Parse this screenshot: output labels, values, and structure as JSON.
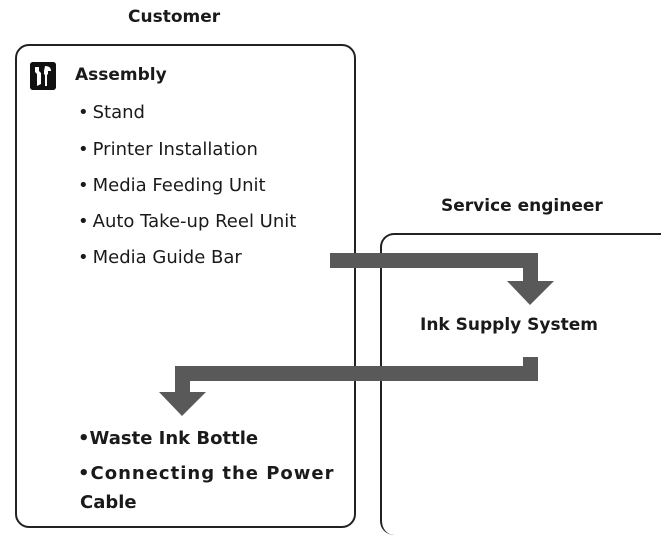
{
  "columns": {
    "customer": "Customer",
    "service_engineer": "Service engineer"
  },
  "customer_panel": {
    "icon": "wrench-screwdriver-icon",
    "heading": "Assembly",
    "items": [
      "Stand",
      "Printer Installation",
      "Media Feeding Unit",
      "Auto Take-up Reel Unit",
      "Media Guide Bar"
    ],
    "final_items": [
      "Waste Ink Bottle",
      "Connecting the Power",
      "Cable"
    ]
  },
  "engineer_panel": {
    "step": "Ink Supply System"
  },
  "colors": {
    "arrow": "#595959",
    "border": "#222222"
  }
}
